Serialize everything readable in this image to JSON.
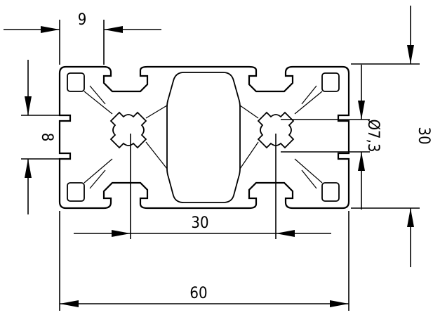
{
  "drawing": {
    "dimensions": {
      "slot_width": "9",
      "slot_opening": "8",
      "bore_diameter": "Ø7,3",
      "bore_spacing": "30",
      "overall_width": "60",
      "overall_height": "30"
    }
  }
}
